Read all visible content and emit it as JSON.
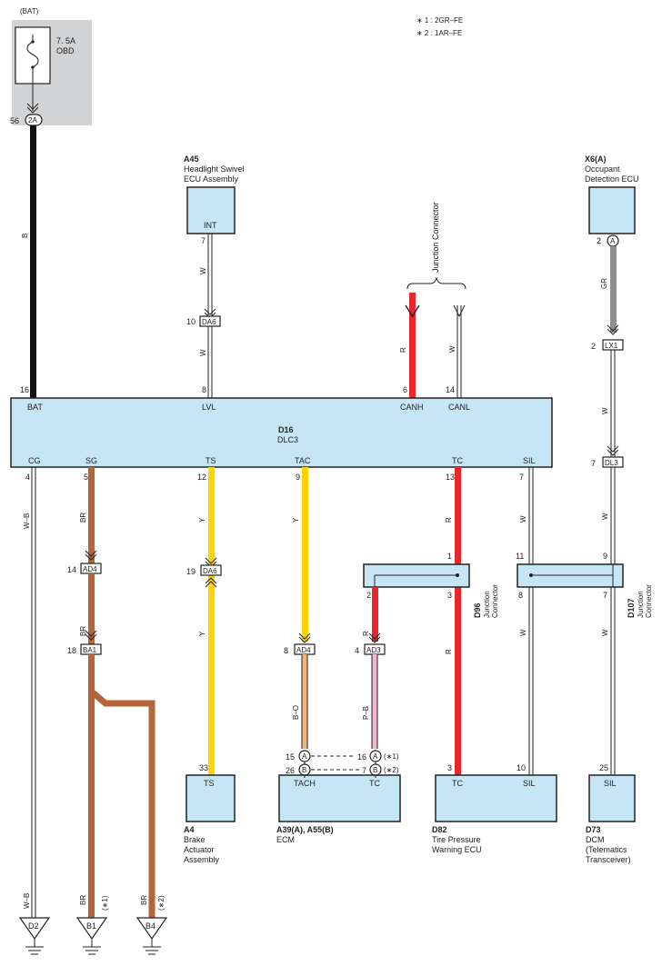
{
  "legend": {
    "note1": "∗ 1 : 2GR–FE",
    "note2": "∗ 2 : 1AR–FE"
  },
  "fuse": {
    "source": "(BAT)",
    "rating": "7. 5A",
    "name": "OBD",
    "pin": "56",
    "connector": "2A",
    "wire": "B"
  },
  "dlc3": {
    "code": "D16",
    "name": "DLC3",
    "top_pins": [
      {
        "label": "BAT",
        "num": "16"
      },
      {
        "label": "LVL",
        "num": "8"
      },
      {
        "label": "CANH",
        "num": "6"
      },
      {
        "label": "CANL",
        "num": "14"
      }
    ],
    "bottom_pins": [
      {
        "label": "CG",
        "num": "4"
      },
      {
        "label": "SG",
        "num": "5"
      },
      {
        "label": "TS",
        "num": "12"
      },
      {
        "label": "TAC",
        "num": "9"
      },
      {
        "label": "TC",
        "num": "13"
      },
      {
        "label": "SIL",
        "num": "7"
      }
    ]
  },
  "components": {
    "a45": {
      "code": "A45",
      "name1": "Headlight Swivel",
      "name2": "ECU Assembly",
      "pin_label": "INT",
      "pin": "7"
    },
    "x6": {
      "code": "X6(A)",
      "name1": "Occupant",
      "name2": "Detection ECU",
      "pin": "2",
      "conn": "A"
    },
    "a4": {
      "code": "A4",
      "name1": "Brake",
      "name2": "Actuator",
      "name3": "Assembly",
      "pin_label": "TS",
      "pin": "33"
    },
    "ecm": {
      "code": "A39(A), A55(B)",
      "name1": "ECM",
      "label_tach": "TACH",
      "label_tc": "TC",
      "pin_a": "15",
      "conn_a": "A",
      "pin_b": "26",
      "conn_b": "B",
      "pin_a2": "16",
      "note_a2": "(∗1)",
      "pin_b2": "7",
      "note_b2": "(∗2)"
    },
    "d82": {
      "code": "D82",
      "name1": "Tire Pressure",
      "name2": "Warning ECU",
      "label_tc": "TC",
      "label_sil": "SIL",
      "pin_tc": "3",
      "pin_sil": "10"
    },
    "d73": {
      "code": "D73",
      "name1": "DCM",
      "name2": "(Telematics",
      "name3": "Transceiver)",
      "pin_label": "SIL",
      "pin": "25"
    }
  },
  "junction_top": {
    "label": "Junction Connector"
  },
  "junctions": {
    "d96": {
      "code": "D96",
      "label1": "Junction",
      "label2": "Connector",
      "pin1": "1",
      "pin2": "2",
      "pin3": "3"
    },
    "d107": {
      "code": "D107",
      "label1": "Junction",
      "label2": "Connector",
      "pin11": "11",
      "pin9": "9",
      "pin8": "8",
      "pin7": "7"
    }
  },
  "inline": {
    "da6_top": {
      "pin": "10",
      "name": "DA6"
    },
    "lx1": {
      "pin": "2",
      "name": "LX1"
    },
    "dl3": {
      "pin": "7",
      "name": "DL3"
    },
    "ad4_top": {
      "pin": "14",
      "name": "AD4"
    },
    "ba1": {
      "pin": "18",
      "name": "BA1"
    },
    "da6_mid": {
      "pin": "19",
      "name": "DA6"
    },
    "ad4_low": {
      "pin": "8",
      "name": "AD4"
    },
    "ad3": {
      "pin": "4",
      "name": "AD3"
    }
  },
  "wires": {
    "w": "W",
    "r": "R",
    "gr": "GR",
    "br": "BR",
    "y": "Y",
    "wb": "W–B",
    "bo": "B–O",
    "pb": "P–B",
    "note1": "(∗1)",
    "note2": "(∗2)"
  },
  "grounds": {
    "d2": "D2",
    "b1": "B1",
    "b4": "B4"
  },
  "colors": {
    "black": "#111111",
    "red": "#e8262b",
    "gray": "#8f8f8f",
    "brown": "#b4663a",
    "yellow": "#ffd400",
    "box": "#c7e6f5",
    "fuse_bg": "#d2d3d5"
  }
}
